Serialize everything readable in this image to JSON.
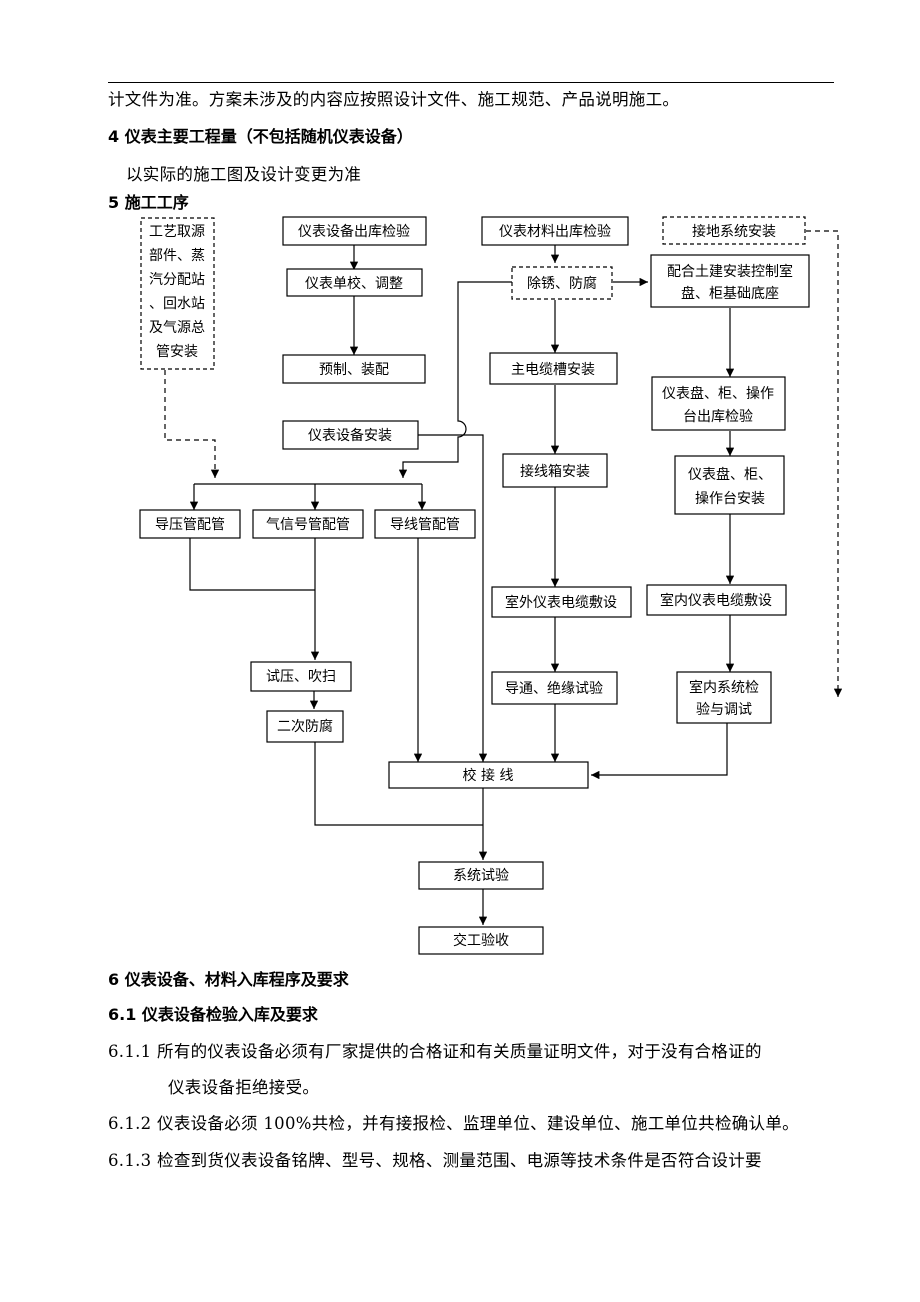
{
  "intro_line": "计文件为准。方案未涉及的内容应按照设计文件、施工规范、产品说明施工。",
  "section4": {
    "heading": "4 仪表主要工程量（不包括随机仪表设备）",
    "body": "以实际的施工图及设计变更为准"
  },
  "section5": {
    "heading": "5 施工工序"
  },
  "flowchart": {
    "boxes": {
      "process_source": [
        "工艺取源",
        "部件、蒸",
        "汽分配站",
        "、回水站",
        "及气源总",
        "管安装"
      ],
      "equip_outbound": "仪表设备出库检验",
      "material_outbound": "仪表材料出库检验",
      "grounding": "接地系统安装",
      "calibration": "仪表单校、调整",
      "derust": "除锈、防腐",
      "civil_coop": [
        "配合土建安装控制室",
        "盘、柜基础底座"
      ],
      "prefab": "预制、装配",
      "main_trunking": "主电缆槽安装",
      "panel_outbound": [
        "仪表盘、柜、操作",
        "台出库检验"
      ],
      "equip_install": "仪表设备安装",
      "junction_box": "接线箱安装",
      "panel_install": [
        "仪表盘、柜、",
        "操作台安装"
      ],
      "impulse_pipe": "导压管配管",
      "pneumatic_pipe": "气信号管配管",
      "conduit": "导线管配管",
      "outdoor_cable": "室外仪表电缆敷设",
      "indoor_cable": "室内仪表电缆敷设",
      "pressure_test": "试压、吹扫",
      "continuity_test": "导通、绝缘试验",
      "indoor_system_test": [
        "室内系统检",
        "验与调试"
      ],
      "secondary_anticorrosion": "二次防腐",
      "wiring_check": "校 接 线",
      "system_test": "系统试验",
      "handover": "交工验收"
    }
  },
  "section6": {
    "heading": "6 仪表设备、材料入库程序及要求",
    "sub_heading": "6.1 仪表设备检验入库及要求",
    "items": [
      {
        "number": "6.1.1",
        "text": "所有的仪表设备必须有厂家提供的合格证和有关质量证明文件，对于没有合格证的",
        "cont": "仪表设备拒绝接受。"
      },
      {
        "number": "6.1.2",
        "text": "仪表设备必须 100%共检，并有接报检、监理单位、建设单位、施工单位共检确认单。"
      },
      {
        "number": "6.1.3",
        "text": "检查到货仪表设备铭牌、型号、规格、测量范围、电源等技术条件是否符合设计要"
      }
    ]
  }
}
